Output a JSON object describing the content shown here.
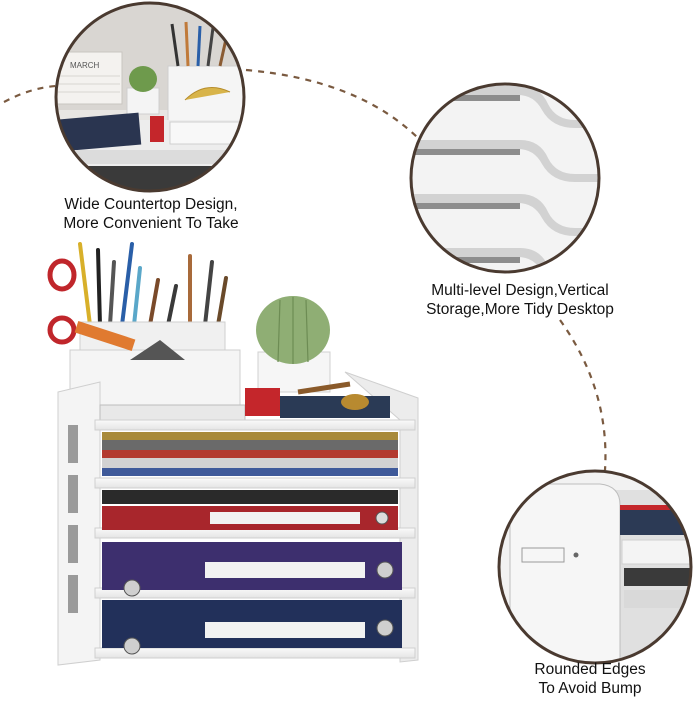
{
  "captions": {
    "countertop": {
      "line1": "Wide Countertop Design,",
      "line2": "More Convenient To Take"
    },
    "multilevel": {
      "line1": "Multi-level Design,Vertical",
      "line2": "Storage,More Tidy Desktop"
    },
    "edges": {
      "line1": "Rounded Edges",
      "line2": "To Avoid Bump"
    }
  },
  "calendar_text": "MARCH",
  "colors": {
    "background": "#ffffff",
    "organizer": "#f1f1f1",
    "dashed_line": "#7a5a40",
    "binder_red": "#a8262c",
    "binder_purple": "#3d2f6e",
    "binder_navy": "#22305a"
  }
}
